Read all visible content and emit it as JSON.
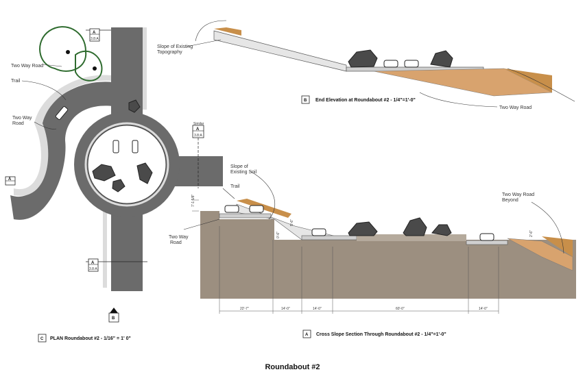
{
  "sheet_title": "Roundabout #2",
  "plan": {
    "labels": {
      "two_way_road_top": "Two Way Road",
      "trail": "Trail",
      "two_way_road_left_1": "Two Way",
      "two_way_road_left_2": "Road"
    },
    "section_marker_top": {
      "letter": "A",
      "sheet": "3.8:A"
    },
    "section_marker_right": {
      "note": "Similar",
      "letter": "A",
      "sheet": "3.8:A"
    },
    "section_marker_left": {
      "letter": "A"
    },
    "section_marker_bottom": {
      "letter": "A",
      "sheet": "3.8:A"
    },
    "north_marker": {
      "letter": "B"
    },
    "caption": {
      "letter": "C",
      "text": "PLAN Roundabout #2 - 1/16\" = 1' 0\""
    }
  },
  "end_elevation": {
    "labels": {
      "slope_existing_topo_1": "Slope of Existing",
      "slope_existing_topo_2": "Topography",
      "two_way_road": "Two Way Road"
    },
    "caption": {
      "letter": "B",
      "text": "End Elevation at Roundabout #2 - 1/4\"=1'-0\""
    }
  },
  "cross_section": {
    "labels": {
      "slope_existing_soil_1": "Slope of",
      "slope_existing_soil_2": "Existing Soil",
      "trail": "Trail",
      "two_way_road_left_1": "Two Way",
      "two_way_road_left_2": "Road",
      "two_way_road_beyond_1": "Two Way Road",
      "two_way_road_beyond_2": "Beyond",
      "height_left": "7'-1 5/8\"",
      "height_mid": "5'-6\"",
      "height_curb": "0'-6\"",
      "height_right": "2'-6\""
    },
    "dimensions": [
      "22'-7\"",
      "14'-0\"",
      "14'-0\"",
      "60'-0\"",
      "14'-0\""
    ],
    "caption": {
      "letter": "A",
      "text": "Cross Slope Section Through Roundabout #2 - 1/4\"=1'-0\""
    }
  },
  "colors": {
    "road": "#6b6b6b",
    "road_dark": "#5a5a5a",
    "trail": "#dcdcdc",
    "soil": "#9c8f80",
    "soil_fill": "#d8a36e",
    "tree": "#2e6b2e",
    "rock": "#4a4a4a",
    "grass": "#c88f4a"
  }
}
